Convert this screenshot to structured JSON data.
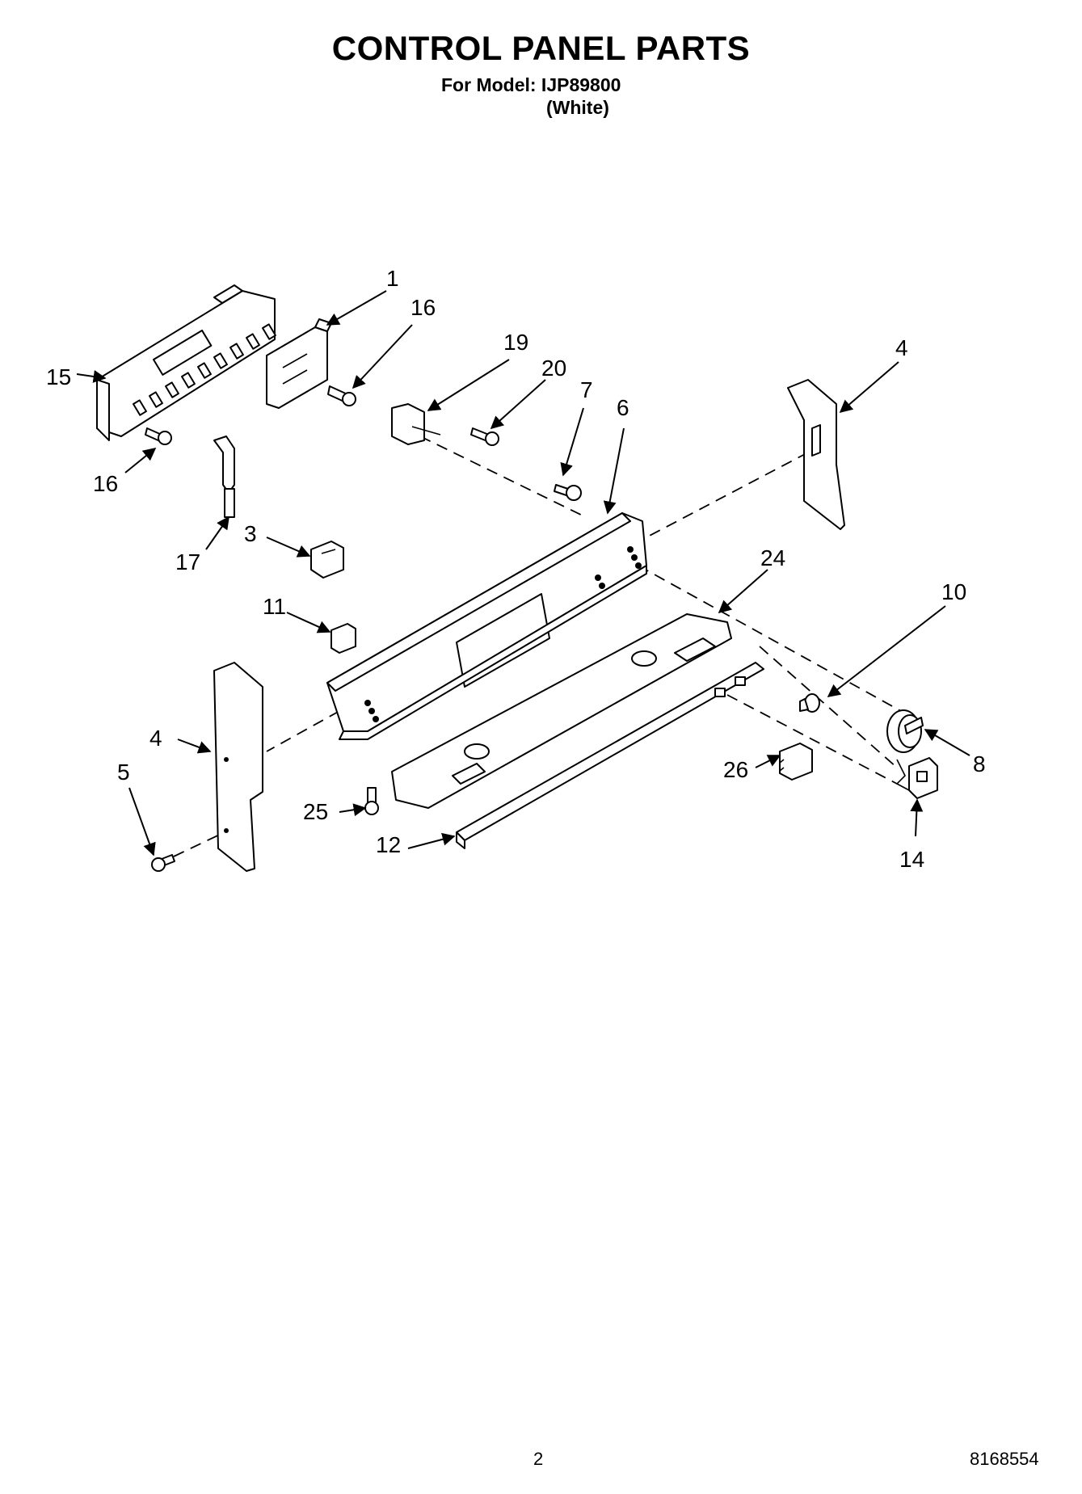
{
  "header": {
    "title": "CONTROL PANEL PARTS",
    "model_line": "For Model: IJP89800",
    "color_line": "(White)"
  },
  "footer": {
    "page_number": "2",
    "document_number": "8168554"
  },
  "callouts": {
    "c1": "1",
    "c16a": "16",
    "c15": "15",
    "c16b": "16",
    "c19": "19",
    "c20": "20",
    "c7": "7",
    "c6": "6",
    "c4a": "4",
    "c17": "17",
    "c3": "3",
    "c24": "24",
    "c10": "10",
    "c11": "11",
    "c4b": "4",
    "c5": "5",
    "c8": "8",
    "c26": "26",
    "c25": "25",
    "c12": "12",
    "c14": "14"
  }
}
